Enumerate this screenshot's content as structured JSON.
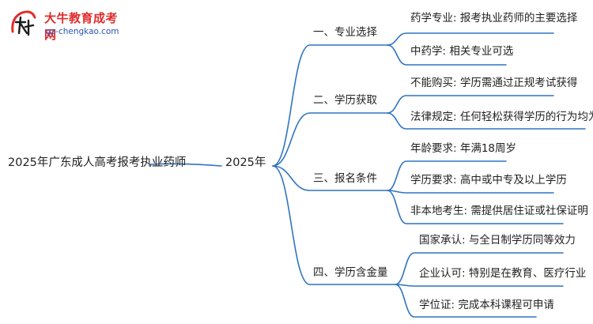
{
  "logo": {
    "name": "大牛教育成考网",
    "url": "gz-chengkao.com",
    "mark_text": "大牛",
    "colors": {
      "red": "#e12b2b",
      "blue": "#2a56b8"
    }
  },
  "mindmap": {
    "root": "2025年广东成人高考报考执业药师",
    "center": "2025年",
    "line_color": "#2f74c0",
    "branches": [
      {
        "label": "一、专业选择",
        "leaves": [
          "药学专业: 报考执业药师的主要选择",
          "中药学: 相关专业可选"
        ]
      },
      {
        "label": "二、学历获取",
        "leaves": [
          "不能购买: 学历需通过正规考试获得",
          "法律规定: 任何轻松获得学历的行为均为诈骗"
        ]
      },
      {
        "label": "三、报名条件",
        "leaves": [
          "年龄要求: 年满18周岁",
          "学历要求: 高中或中专及以上学历",
          "非本地考生: 需提供居住证或社保证明"
        ]
      },
      {
        "label": "四、学历含金量",
        "leaves": [
          "国家承认: 与全日制学历同等效力",
          "企业认可: 特别是在教育、医疗行业",
          "学位证: 完成本科课程可申请"
        ]
      }
    ]
  }
}
